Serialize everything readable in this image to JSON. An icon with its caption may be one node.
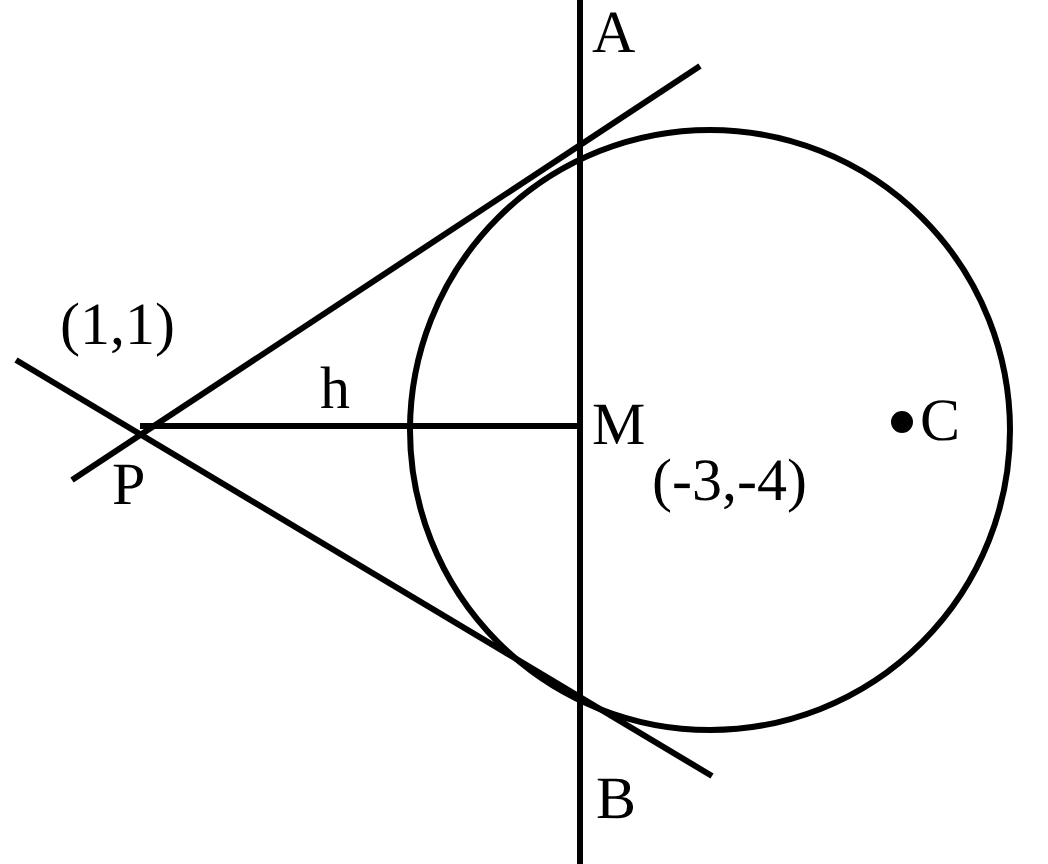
{
  "diagram": {
    "labels": [
      "A",
      "(1,1)",
      "h",
      "M",
      "C",
      "P",
      "(-3,-4)",
      "B"
    ]
  }
}
